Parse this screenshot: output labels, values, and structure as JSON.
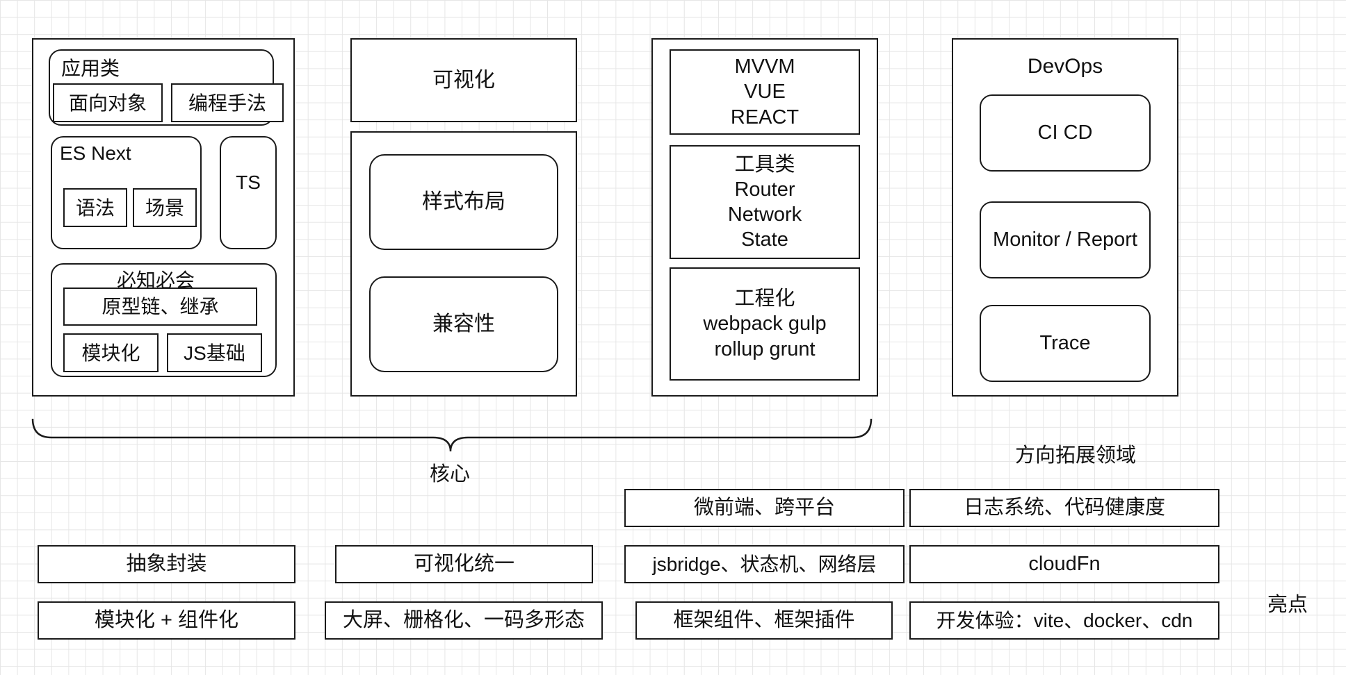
{
  "col1": {
    "app_group": {
      "label": "应用类",
      "items": [
        "面向对象",
        "编程手法"
      ]
    },
    "es_next": {
      "label": "ES Next",
      "items": [
        "语法",
        "场景"
      ]
    },
    "ts": "TS",
    "must_know": {
      "label": "必知必会",
      "prototype": "原型链、继承",
      "modular": "模块化",
      "js_basics": "JS基础"
    }
  },
  "col2": {
    "visualization": "可视化",
    "style_layout": "样式布局",
    "compatibility": "兼容性"
  },
  "col3": {
    "frameworks": [
      "MVVM",
      "VUE",
      "REACT"
    ],
    "tools": [
      "工具类",
      "Router",
      "Network",
      "State"
    ],
    "engineering": [
      "工程化",
      "webpack gulp",
      "rollup grunt"
    ]
  },
  "col4": {
    "title": "DevOps",
    "items": [
      "CI CD",
      "Monitor / Report",
      "Trace"
    ]
  },
  "labels": {
    "core": "核心",
    "expansion": "方向拓展领域",
    "highlights": "亮点"
  },
  "highlights": {
    "row0": [
      "微前端、跨平台",
      "日志系统、代码健康度"
    ],
    "row1": [
      "抽象封装",
      "可视化统一",
      "jsbridge、状态机、网络层",
      "cloudFn"
    ],
    "row2": [
      "模块化 + 组件化",
      "大屏、栅格化、一码多形态",
      "框架组件、框架插件",
      "开发体验：vite、docker、cdn"
    ]
  }
}
